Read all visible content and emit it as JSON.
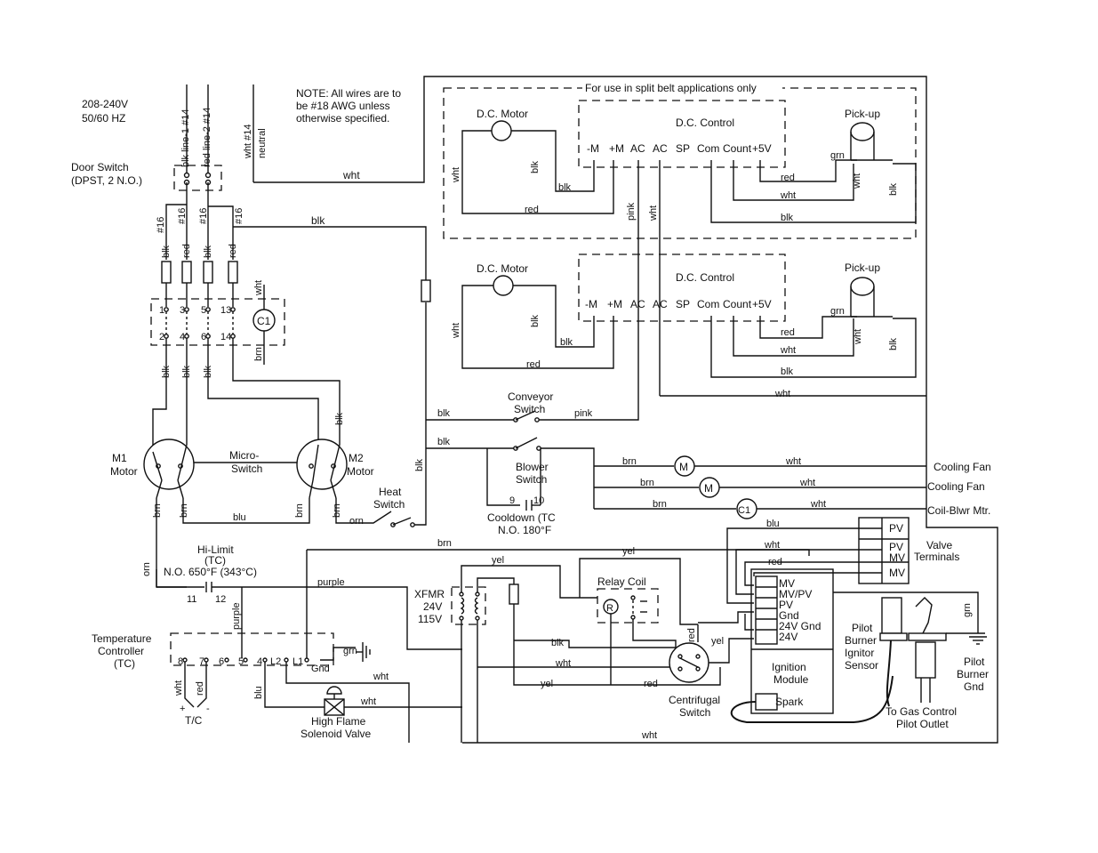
{
  "power": {
    "voltage": "208-240V",
    "frequency": "50/60 HZ",
    "line1": "blk line-1 #14",
    "line2": "red line-2 #14",
    "neutral_wire": "wht #14",
    "neutral_label": "neutral"
  },
  "note": {
    "line1": "NOTE: All wires are to",
    "line2": "be #18 AWG unless",
    "line3": "otherwise specified."
  },
  "door_switch": {
    "line1": "Door Switch",
    "line2": "(DPST, 2 N.O.)"
  },
  "split_belt": {
    "label": "For use in split belt applications only"
  },
  "dc_motor": "D.C. Motor",
  "dc_control": "D.C. Control",
  "pickup": "Pick-up",
  "terminals": [
    "-M",
    "+M",
    "AC",
    "AC",
    "SP",
    "Com",
    "Count",
    "+5V"
  ],
  "contactor": {
    "label": "C1",
    "top_terminals": [
      "1",
      "3",
      "5",
      "13"
    ],
    "bottom_terminals": [
      "2",
      "4",
      "6",
      "14"
    ]
  },
  "motors": {
    "m1_line1": "M1",
    "m1_line2": "Motor",
    "m2_line1": "M2",
    "m2_line2": "Motor",
    "micro_line1": "Micro-",
    "micro_line2": "Switch"
  },
  "switches": {
    "conveyor_line1": "Conveyor",
    "conveyor_line2": "Switch",
    "blower_line1": "Blower",
    "blower_line2": "Switch",
    "heat_line1": "Heat",
    "heat_line2": "Switch",
    "cooldown_line1": "Cooldown (TC",
    "cooldown_line2": "N.O. 180°F",
    "cooldown_terms": [
      "9",
      "10"
    ],
    "centrifugal_line1": "Centrifugal",
    "centrifugal_line2": "Switch"
  },
  "loads": {
    "cooling_fan_1": "Cooling Fan",
    "cooling_fan_2": "Cooling Fan",
    "coil_blower": "Coil-Blwr Mtr.",
    "fan_symbol": "M",
    "coil_symbol": "C1"
  },
  "hilimit": {
    "line1": "Hi-Limit",
    "line2": "(TC)",
    "line3": "N.O. 650°F (343°C)",
    "terms": [
      "11",
      "12"
    ]
  },
  "temp_controller": {
    "line1": "Temperature",
    "line2": "Controller",
    "line3": "(TC)",
    "terms": [
      "8",
      "7",
      "6",
      "5",
      "4",
      "L2",
      "L1",
      "Gnd"
    ],
    "tc_label": "T/C",
    "plus": "+",
    "minus": "-"
  },
  "solenoid": {
    "line1": "High Flame",
    "line2": "Solenoid Valve"
  },
  "transformer": {
    "line1": "XFMR",
    "line2": "24V",
    "line3": "115V"
  },
  "relay": {
    "label": "Relay Coil",
    "symbol": "R"
  },
  "valve": {
    "terminals": [
      "PV",
      "PV",
      "MV",
      "MV"
    ],
    "label_line1": "Valve",
    "label_line2": "Terminals"
  },
  "ignition": {
    "terms": [
      "MV",
      "MV/PV",
      "PV",
      "Gnd",
      "24V Gnd",
      "24V"
    ],
    "module_line1": "Ignition",
    "module_line2": "Module",
    "spark": "Spark"
  },
  "pilot": {
    "sensor_line1": "Pilot",
    "sensor_line2": "Burner",
    "sensor_line3": "Ignitor",
    "sensor_line4": "Sensor",
    "gnd_line1": "Pilot",
    "gnd_line2": "Burner",
    "gnd_line3": "Gnd",
    "gas_line1": "To Gas Control",
    "gas_line2": "Pilot Outlet"
  },
  "wire_labels": {
    "blk": "blk",
    "red": "red",
    "wht": "wht",
    "grn": "grn",
    "pink": "pink",
    "brn": "brn",
    "blu": "blu",
    "orn": "orn",
    "purple": "purple",
    "yel": "yel",
    "g16": "#16"
  }
}
